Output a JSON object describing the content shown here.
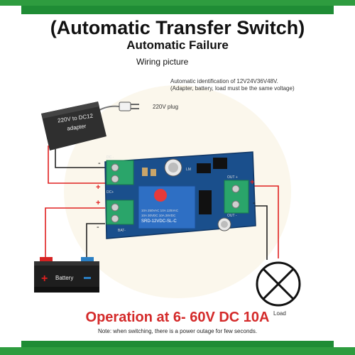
{
  "title": "(Automatic Transfer Switch)",
  "subtitle": "Automatic Failure",
  "wiring_label": "Wiring picture",
  "note_line1": "Automatic identification of 12V24V36V48V.",
  "note_line2": "(Adapter, battery, load must be the same voltage)",
  "plug_label": "220V plug",
  "adapter_label": "220V to DC12 adapter",
  "battery_label": "Battery",
  "load_label": "Load",
  "operation_text": "Operation at 6- 60V DC 10A",
  "footer_note": "Note: when switching, there is a power outage for few seconds.",
  "board": {
    "dc_minus": "DC -",
    "dc_plus": "DC+",
    "bat_label": "BAT-",
    "out_plus": "OUT +",
    "out_minus": "OUT -",
    "relay_line1": "10A 250VAC 10A 125VAC",
    "relay_line2": "10A 30VDC 10A 28VDC",
    "relay_model": "SRD-12VDC-SL-C",
    "ic_label": "LM"
  },
  "wire_signs": {
    "minus": "-",
    "plus": "+"
  },
  "colors": {
    "frame_green": "#2e9c3f",
    "board_blue": "#1a4f8c",
    "terminal_green": "#2aa56a",
    "wire_red": "#e02020",
    "wire_black": "#222222",
    "operation_red": "#d42a2a"
  }
}
